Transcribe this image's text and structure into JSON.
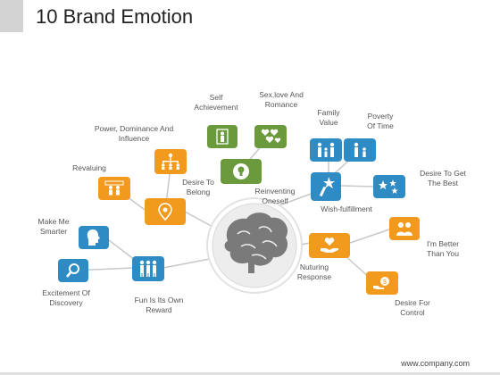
{
  "title": "10 Brand Emotion",
  "footer": "www.company.com",
  "colors": {
    "green": "#6a9a3c",
    "orange": "#f19a1e",
    "blue": "#2f8bc3",
    "line": "#c8c8c8",
    "center": "#7a7a7a"
  },
  "labels": {
    "self_achievement": [
      "Self",
      "Achievement"
    ],
    "sex_love": [
      "Sex,love And",
      "Romance"
    ],
    "family_value": [
      "Family",
      "Value"
    ],
    "poverty_time": [
      "Poverty",
      "Of Time"
    ],
    "power": [
      "Power, Dominance And",
      "Influence"
    ],
    "revaluing": [
      "Revaluing"
    ],
    "desire_belong": [
      "Desire To",
      "Belong"
    ],
    "reinventing": [
      "Reinventing",
      "Oneself"
    ],
    "wish": [
      "Wish-fulfillment"
    ],
    "desire_best": [
      "Desire To Get",
      "The Best"
    ],
    "make_me_smarter": [
      "Make Me",
      "Smarter"
    ],
    "better_than_you": [
      "I'm Better",
      "Than You"
    ],
    "excitement": [
      "Excitement Of",
      "Discovery"
    ],
    "fun": [
      "Fun Is Its Own",
      "Reward"
    ],
    "nuturing": [
      "Nuturing",
      "Response"
    ],
    "desire_control": [
      "Desire For",
      "Control"
    ]
  },
  "icons": [
    "person-icon",
    "hearts-icon",
    "family-icon",
    "parent-child-icon",
    "hierarchy-icon",
    "team-icon",
    "location-pin-icon",
    "lightbulb-head-icon",
    "wand-icon",
    "stars-icon",
    "head-profile-icon",
    "couple-icon",
    "magnifier-icon",
    "group-icon",
    "heart-hand-icon",
    "money-hand-icon"
  ]
}
